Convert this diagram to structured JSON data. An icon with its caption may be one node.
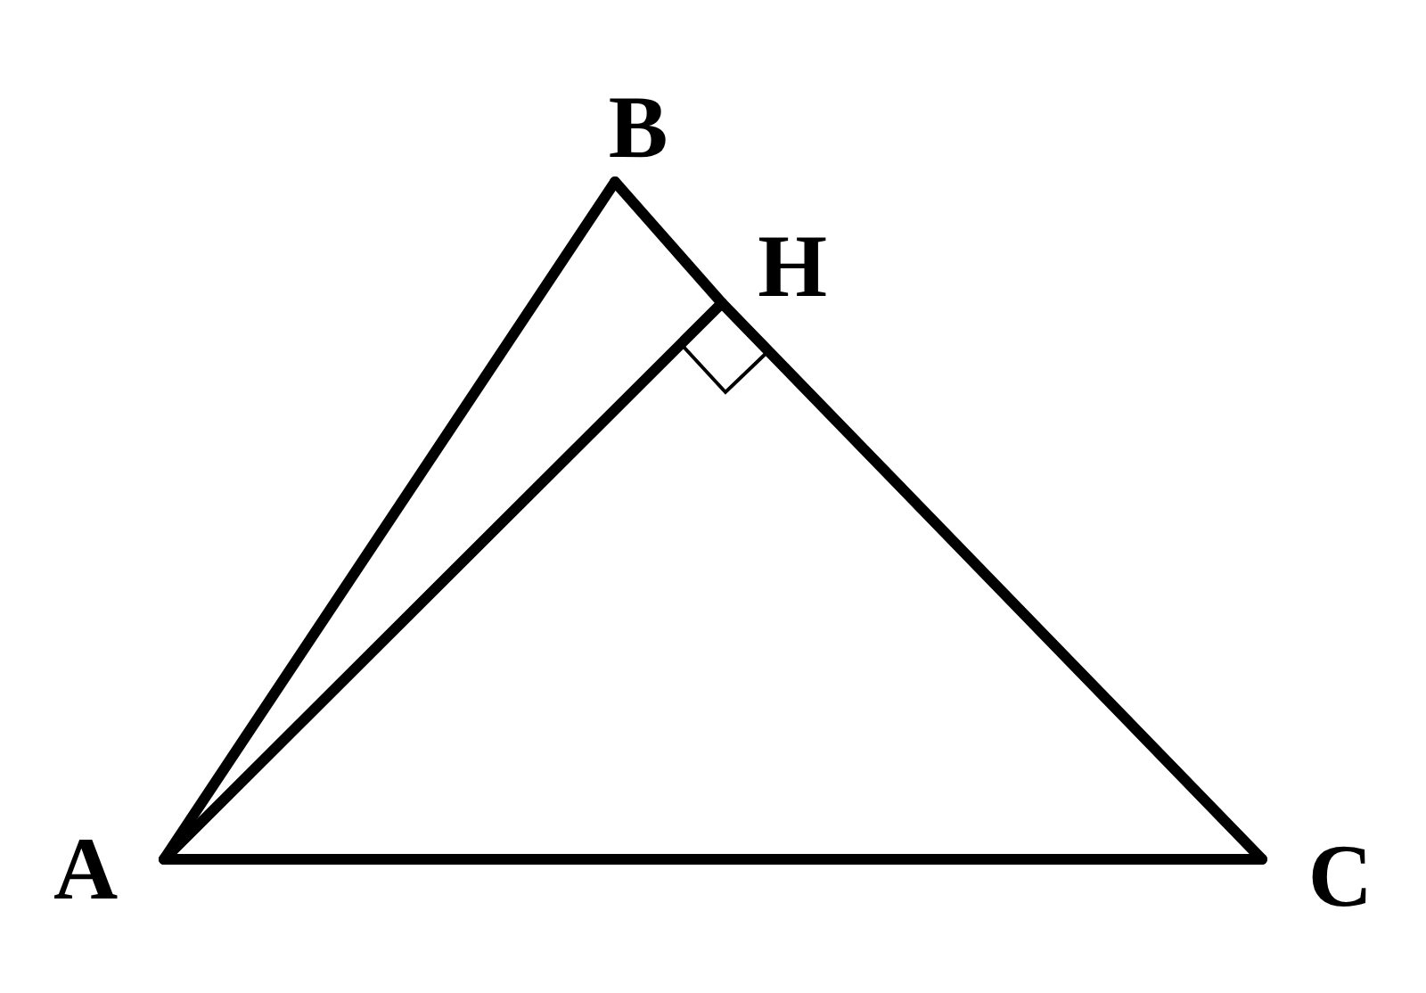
{
  "diagram": {
    "nodes": [
      {
        "text": [
          "A"
        ]
      },
      {
        "text": [
          "B"
        ]
      },
      {
        "text": [
          "H"
        ]
      },
      {
        "text": [
          "C"
        ]
      }
    ],
    "edges": [
      {
        "from": 0,
        "to": 1,
        "arrow": "none"
      },
      {
        "from": 1,
        "to": 2,
        "arrow": "none"
      },
      {
        "from": 2,
        "to": 3,
        "arrow": "none"
      },
      {
        "from": 0,
        "to": 3,
        "arrow": "none"
      },
      {
        "from": 0,
        "to": 2,
        "arrow": "none"
      }
    ]
  }
}
